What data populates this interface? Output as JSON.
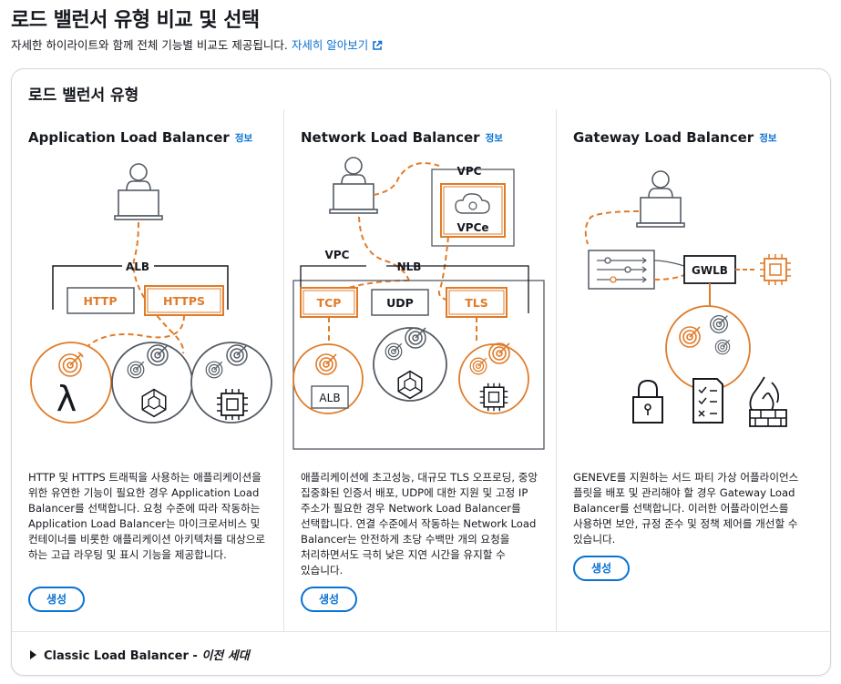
{
  "header": {
    "title": "로드 밸런서 유형 비교 및 선택",
    "subtitle": "자세한 하이라이트와 함께 전체 기능별 비교도 제공됩니다.",
    "learn_more": "자세히 알아보기"
  },
  "section": {
    "title": "로드 밸런서 유형"
  },
  "alb": {
    "title": "Application Load Balancer",
    "info": "정보",
    "diagram": {
      "container_label": "ALB",
      "http": "HTTP",
      "https": "HTTPS"
    },
    "description": "HTTP 및 HTTPS 트래픽을 사용하는 애플리케이션을 위한 유연한 기능이 필요한 경우 Application Load Balancer를 선택합니다. 요청 수준에 따라 작동하는 Application Load Balancer는 마이크로서비스 및 컨테이너를 비롯한 애플리케이션 아키텍처를 대상으로 하는 고급 라우팅 및 표시 기능을 제공합니다.",
    "create": "생성"
  },
  "nlb": {
    "title": "Network Load Balancer",
    "info": "정보",
    "diagram": {
      "vpc_top": "VPC",
      "vpce": "VPCe",
      "vpc": "VPC",
      "nlb": "NLB",
      "tcp": "TCP",
      "udp": "UDP",
      "tls": "TLS",
      "alb": "ALB"
    },
    "description": "애플리케이션에 초고성능, 대규모 TLS 오프로딩, 중앙 집중화된 인증서 배포, UDP에 대한 지원 및 고정 IP 주소가 필요한 경우 Network Load Balancer를 선택합니다. 연결 수준에서 작동하는 Network Load Balancer는 안전하게 초당 수백만 개의 요청을 처리하면서도 극히 낮은 지연 시간을 유지할 수 있습니다.",
    "create": "생성"
  },
  "gwlb": {
    "title": "Gateway Load Balancer",
    "info": "정보",
    "diagram": {
      "gwlb": "GWLB"
    },
    "description": "GENEVE를 지원하는 서드 파티 가상 어플라이언스 플릿을 배포 및 관리해야 할 경우 Gateway Load Balancer를 선택합니다. 이러한 어플라이언스를 사용하면 보안, 규정 준수 및 정책 제어를 개선할 수 있습니다.",
    "create": "생성"
  },
  "classic": {
    "label": "Classic Load Balancer - ",
    "generation": "이전 세대"
  },
  "colors": {
    "accent_orange": "#e07b28",
    "link_blue": "#0972d3",
    "gray": "#545b64"
  },
  "icons": [
    "external-link-icon",
    "user-laptop-icon",
    "target-icon",
    "lambda-icon",
    "container-icon",
    "chip-icon",
    "cloud-icon",
    "lock-icon",
    "checklist-icon",
    "firewall-icon",
    "settings-sliders-icon",
    "caret-right-icon"
  ]
}
